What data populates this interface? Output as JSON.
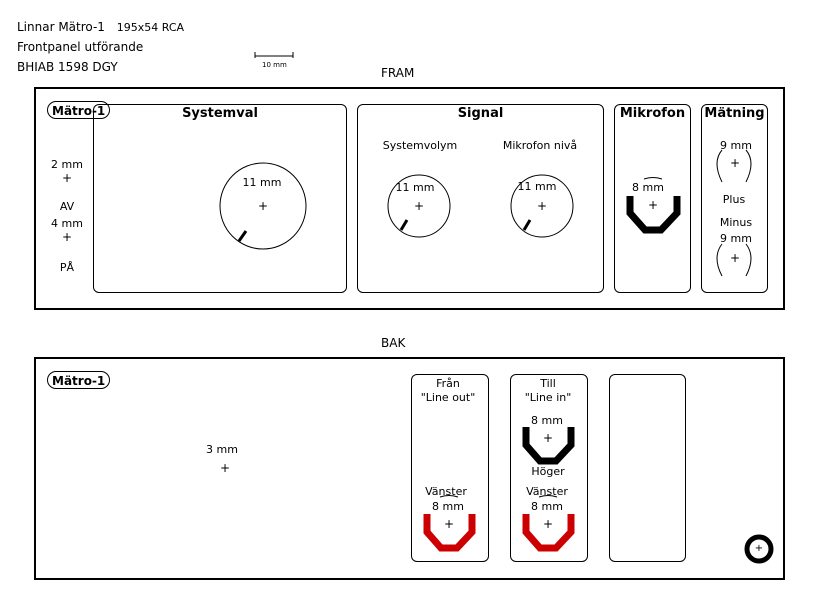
{
  "header": {
    "line1": "Linnar Mätro-1",
    "line1_spec": "195x54  RCA",
    "line2": "Frontpanel utförande",
    "line3": "BHIAB 1598 DGY",
    "scale_label": "10 mm"
  },
  "front": {
    "caption": "FRAM",
    "badge": "Mätro-1",
    "left_labels": {
      "hole_2mm": "2 mm",
      "av": "AV",
      "hole_4mm": "4 mm",
      "pa": "PÅ"
    },
    "systemval": {
      "title": "Systemval",
      "knob_size": "11 mm"
    },
    "signal": {
      "title": "Signal",
      "knob1_label": "Systemvolym",
      "knob1_size": "11 mm",
      "knob2_label": "Mikrofon nivå",
      "knob2_size": "11 mm"
    },
    "mikrofon": {
      "title": "Mikrofon",
      "jack_size": "8 mm"
    },
    "matning": {
      "title": "Mätning",
      "plus_size": "9 mm",
      "plus_label": "Plus",
      "minus_label": "Minus",
      "minus_size": "9 mm"
    }
  },
  "back": {
    "caption": "BAK",
    "badge": "Mätro-1",
    "hole_size": "3 mm",
    "fran": {
      "title1": "Från",
      "title2": "\"Line out\"",
      "vanster_label": "Vänster",
      "vanster_size": "8 mm"
    },
    "till": {
      "title1": "Till",
      "title2": "\"Line in\"",
      "hoger_size": "8 mm",
      "hoger_label": "Höger",
      "vanster_label": "Vänster",
      "vanster_size": "8 mm"
    }
  },
  "colors": {
    "stroke": "#000000",
    "rca_red": "#cc0000",
    "rca_black": "#000000"
  }
}
